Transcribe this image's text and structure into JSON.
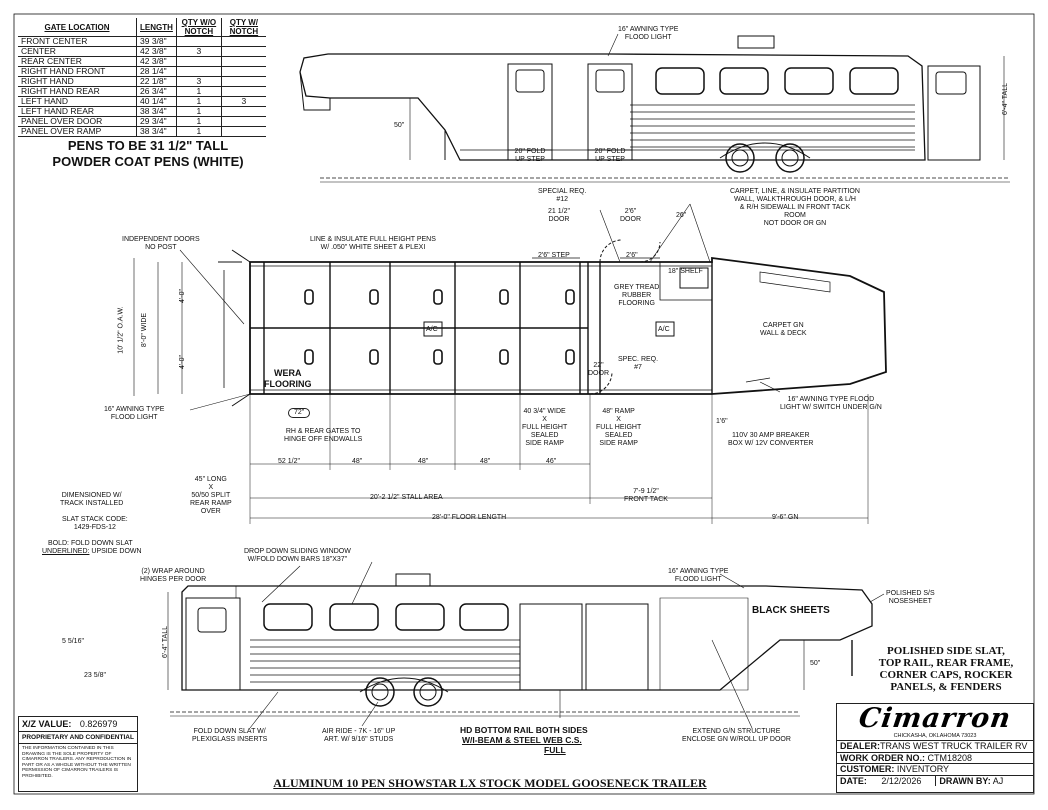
{
  "gate_table": {
    "headers": [
      "GATE LOCATION",
      "LENGTH",
      "QTY W/O NOTCH",
      "QTY W/ NOTCH"
    ],
    "rows": [
      {
        "location": "FRONT CENTER",
        "length": "39 3/8\"",
        "wo": "",
        "w": ""
      },
      {
        "location": "CENTER",
        "length": "42 3/8\"",
        "wo": "3",
        "w": ""
      },
      {
        "location": "REAR CENTER",
        "length": "42 3/8\"",
        "wo": "",
        "w": ""
      },
      {
        "location": "RIGHT HAND FRONT",
        "length": "28 1/4\"",
        "wo": "",
        "w": ""
      },
      {
        "location": "RIGHT HAND",
        "length": "22 1/8\"",
        "wo": "3",
        "w": ""
      },
      {
        "location": "RIGHT HAND REAR",
        "length": "26 3/4\"",
        "wo": "1",
        "w": ""
      },
      {
        "location": "LEFT HAND",
        "length": "40 1/4\"",
        "wo": "1",
        "w": "3"
      },
      {
        "location": "LEFT HAND REAR",
        "length": "38 3/4\"",
        "wo": "1",
        "w": ""
      },
      {
        "location": "PANEL OVER DOOR",
        "length": "29 3/4\"",
        "wo": "1",
        "w": ""
      },
      {
        "location": "PANEL OVER RAMP",
        "length": "38 3/4\"",
        "wo": "1",
        "w": ""
      }
    ]
  },
  "pens_note": {
    "line1": "PENS TO BE 31 1/2\" TALL",
    "line2": "POWDER COAT PENS (WHITE)"
  },
  "top_view": {
    "awning_light": "16\" AWNING TYPE\nFLOOD LIGHT",
    "fold_step_1": "20\" FOLD\nUP STEP",
    "fold_step_2": "20\" FOLD\nUP STEP",
    "tall": "6'-4\" TALL",
    "dim_50": "50\""
  },
  "plan_view": {
    "special_req": "SPECIAL REQ.\n#12",
    "partition_note": "CARPET, LINE, & INSULATE PARTITION\nWALL, WALKTHROUGH DOOR, & L/H\n& R/H SIDEWALL IN FRONT TACK\nROOM\nNOT DOOR OR GN",
    "independent_doors": "INDEPENDENT DOORS\nNO POST",
    "line_insulate": "LINE & INSULATE FULL HEIGHT PENS\nW/ .050\" WHITE SHEET & PLEXI",
    "door_21": "21 1/2\"\nDOOR",
    "door_26a": "2'6\"\nDOOR",
    "door_26b": "26\"",
    "step_1": "2'6\" STEP",
    "step_2": "2'6\"",
    "shelf": "18\" SHELF",
    "grey_tread": "GREY TREAD\nRUBBER\nFLOORING",
    "carpet": "CARPET GN\nWALL & DECK",
    "ac_1": "A/C",
    "ac_2": "A/C",
    "oaw": "10' 1/2\" O.A.W.",
    "wide": "8'-0\" WIDE",
    "dim_48a": "4'-0\"",
    "dim_48b": "4'-0\"",
    "wera": "WERA\nFLOORING",
    "spec_req": "SPEC. REQ.\n#7",
    "door_22": "22\"\nDOOR",
    "awning_switch": "16\" AWNING TYPE FLOOD\nLIGHT W/ SWITCH UNDER G/N",
    "awning_left": "16\" AWNING TYPE\nFLOOD LIGHT",
    "dim_72": "72\"",
    "rh_rear": "RH & REAR GATES TO\nHINGE OFF ENDWALLS",
    "wide_40": "40 3/4\" WIDE\nX\nFULL HEIGHT\nSEALED\nSIDE RAMP",
    "ramp_48": "48\" RAMP\nX\nFULL HEIGHT\nSEALED\nSIDE RAMP",
    "breaker": "110v 30 amp BREAKER\nBOX w/ 12v CONVERTER",
    "dim_16": "1'6\"",
    "ramp_long": "45\" LONG\nX\n50/50 SPLIT\nREAR RAMP\nOVER",
    "dim_52": "52 1/2\"",
    "dim_48_1": "48\"",
    "dim_48_2": "48\"",
    "dim_48_3": "48\"",
    "dim_46": "46\"",
    "stall_area": "20'-2 1/2\" STALL AREA",
    "front_tack": "7'-9 1/2\"\nFRONT TACK",
    "floor_length": "28'-0\" FLOOR LENGTH",
    "gn_length": "9'-6\" GN"
  },
  "left_notes": {
    "dimensioned": "DIMENSIONED W/\nTRACK INSTALLED",
    "slat_code": "SLAT STACK CODE:\n1429-FDS-12",
    "bold": "BOLD: FOLD DOWN SLAT",
    "underlined": "UNDERLINED:",
    "upside_down": "UPSIDE DOWN"
  },
  "side_view": {
    "drop_window": "DROP DOWN SLIDING WINDOW\nW/FOLD DOWN BARS 18\"x37\"",
    "wrap_hinges": "(2) WRAP AROUND\nHINGES PER DOOR",
    "awning": "16\" AWNING TYPE\nFLOOD LIGHT",
    "polished_nose": "POLISHED S/S\nNOSESHEET",
    "black_sheets": "BLACK SHEETS",
    "tall": "6'-4\" TALL",
    "dim_50": "50\"",
    "dim_5": "5 5/16\"",
    "dim_23": "23 5/8\"",
    "fold_slat": "FOLD DOWN SLAT W/\nPLEXIGLASS INSERTS",
    "air_ride": "AIR RIDE - 7K - 16\" UP\nART. W/ 9/16\" STUDS",
    "hd_bottom": "HD BOTTOM RAIL BOTH SIDES",
    "ibeam": "W/I-BEAM & STEEL WEB C.S.",
    "full": "FULL",
    "extend_gn": "EXTEND G/N STRUCTURE\nENCLOSE GN W/ROLL UP DOOR"
  },
  "finish_note": "POLISHED SIDE SLAT,\nTOP RAIL, REAR FRAME,\nCORNER CAPS, ROCKER\nPANELS, & FENDERS",
  "xz": {
    "label": "X/Z VALUE:",
    "value": "0.826979",
    "prop": "PROPRIETARY AND CONFIDENTIAL",
    "body": "THE INFORMATION CONTAINED IN THIS DRAWING IS THE SOLE PROPERTY OF CIMARRON TRAILERS. ANY REPRODUCTION IN PART OR AS A WHOLE WITHOUT THE WRITTEN PERMISSION OF CIMARRON TRAILERS IS PROHIBITED."
  },
  "title_block": {
    "brand": "Cimarron",
    "city": "CHICKASHA, OKLAHOMA 73023",
    "dealer_label": "DEALER:",
    "dealer": "TRANS WEST TRUCK TRAILER RV",
    "wo_label": "WORK ORDER NO.:",
    "wo": "CTM18208",
    "customer_label": "CUSTOMER:",
    "customer": "INVENTORY",
    "date_label": "DATE:",
    "date": "2/12/2026",
    "drawn_label": "DRAWN BY:",
    "drawn": "AJ"
  },
  "footer_title": "ALUMINUM 10 PEN SHOWSTAR LX STOCK MODEL GOOSENECK TRAILER"
}
